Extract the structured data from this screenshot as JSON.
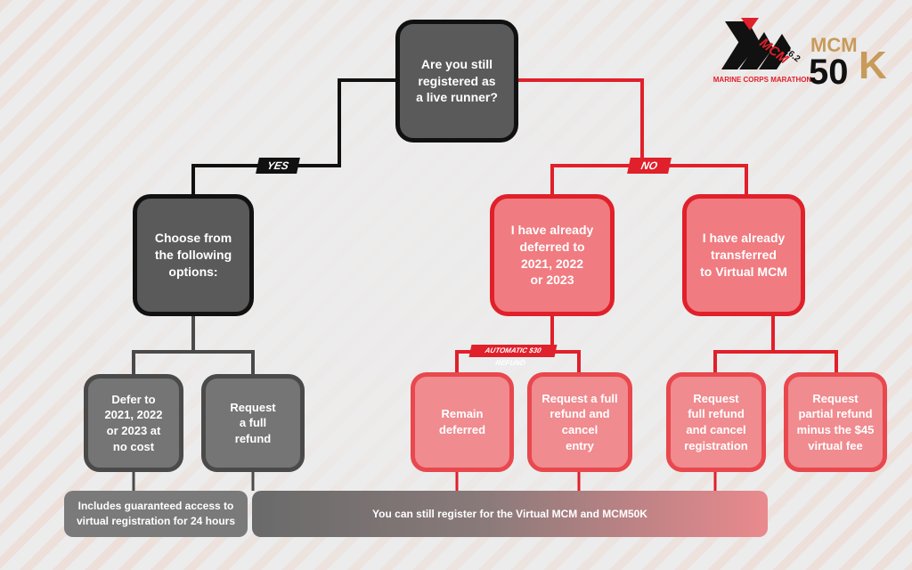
{
  "logos": {
    "mcm_top": "MCM",
    "mcm_distance": "26.2",
    "mcm_caption": "MARINE CORPS MARATHON",
    "mcm50k_top": "MCM",
    "mcm50k_number": "50",
    "mcm50k_letter": "K"
  },
  "nodes": {
    "question": "Are you still\nregistered as\na live runner?",
    "choose": "Choose from\nthe following\noptions:",
    "defer": "Defer to\n2021, 2022\nor 2023 at\nno cost",
    "request_refund": "Request\na full\nrefund",
    "already_deferred": "I have already\ndeferred to\n2021, 2022\nor 2023",
    "already_transferred": "I have already\ntransferred\nto Virtual MCM",
    "remain_deferred": "Remain\ndeferred",
    "full_refund_cancel": "Request a full\nrefund and\ncancel\nentry",
    "full_refund_cancel_reg": "Request\nfull refund\nand cancel\nregistration",
    "partial_refund": "Request\npartial refund\nminus the $45\nvirtual fee"
  },
  "labels": {
    "yes": "YES",
    "no": "NO",
    "automatic_refund": "AUTOMATIC $30 REFUND"
  },
  "notes": {
    "guaranteed_access": "Includes guaranteed access to\nvirtual registration for 24 hours",
    "register_virtual": "You can still register for the Virtual MCM and MCM50K"
  },
  "colors": {
    "red": "#e0202a",
    "gold": "#c89b5a",
    "dark": "#111111"
  }
}
